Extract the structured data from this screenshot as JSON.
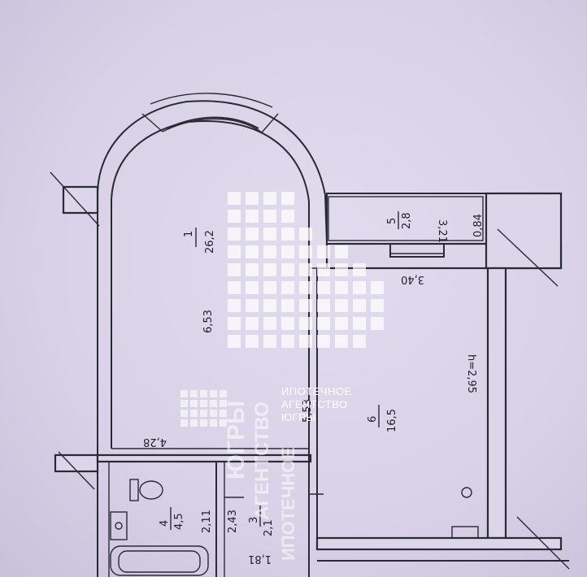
{
  "rooms": [
    {
      "number": "1",
      "area": "26,2"
    },
    {
      "number": "3",
      "area": "2,1"
    },
    {
      "number": "4",
      "area": "4,5"
    },
    {
      "number": "5",
      "area": "2,8"
    },
    {
      "number": "6",
      "area": "16,5"
    }
  ],
  "dimensions": {
    "d653": "6,53",
    "d428": "4,28",
    "d321": "3,21",
    "d084": "0,84",
    "d340": "3,40",
    "height": "h=2,95",
    "d553": "5,53",
    "d243": "2,43",
    "d211": "2,11",
    "d181": "1,81"
  },
  "watermark": {
    "line1": "ИПОТЕЧНОЕ",
    "line2": "АГЕНТСТВО",
    "line3": "ЮГРЫ",
    "vertical_big": "ЮГРЫ",
    "vertical_mid": "АГЕНТСТВО",
    "vertical_small": "ИПОТЕЧНОЕ"
  },
  "colors": {
    "paper": "#d9d3e8",
    "ink": "#2a2a35",
    "watermark": "#ffffff"
  }
}
